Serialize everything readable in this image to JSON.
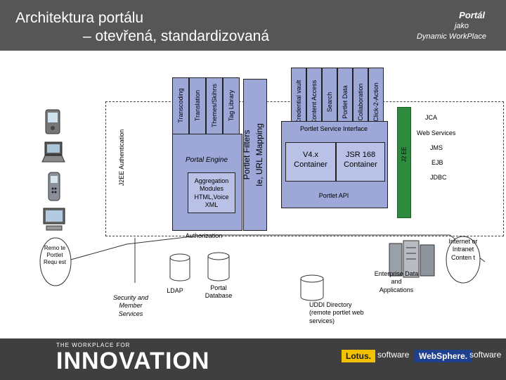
{
  "header": {
    "title_line1": "Architektura portálu",
    "title_line2": "– otevřená, standardizovaná",
    "portal_title": "Portál",
    "portal_sub1": "jako",
    "portal_sub2": "Dynamic WorkPlace"
  },
  "diagram": {
    "j2ee_auth": "J2EE Authentication",
    "top_tabs": [
      "Transcoding",
      "Translation",
      "Themes/Skihns",
      "Tag Library"
    ],
    "portlet_filters": "Portlet Filters",
    "ie_url_mapping": "Ie, URL Mapping",
    "portal_engine": "Portal Engine",
    "aggregation": "Aggregation Modules HTML,Voice XML",
    "service_tabs": [
      "Credential vault",
      "Content Access",
      "Search",
      "Portlet Data",
      "Collaboration",
      "Click-2-Action"
    ],
    "portlet_service_interface": "Portlet Service Interface",
    "v4_container": "V4.x Container",
    "jsr_container": "JSR 168 Container",
    "portlet_api": "Portlet API",
    "j2ee_short": "J2 EE",
    "jca": "JCA",
    "web_services": "Web Services",
    "jms": "JMS",
    "ejb": "EJB",
    "jdbc": "JDBC",
    "authorization": "Authorization",
    "remote_portlet": "Remo te Portlet Requ est",
    "security": "Security and Member Services",
    "ldap": "LDAP",
    "portal_db": "Portal Database",
    "uddi": "UDDI Directory (remote portlet web services)",
    "enterprise": "Enterprise Data and Applications",
    "internet": "Internet or Intranet Conten t"
  },
  "footer": {
    "workplace_for": "THE WORKPLACE FOR",
    "innovation": "INNOVATION",
    "lotus": "Lotus.",
    "software1": "software",
    "websphere": "WebSphere.",
    "software2": "software"
  },
  "colors": {
    "header_bg": "#565656",
    "box_blue": "#9da8d8",
    "j2ee_green": "#2e8b3e",
    "footer_bg": "#3f3f3f"
  }
}
